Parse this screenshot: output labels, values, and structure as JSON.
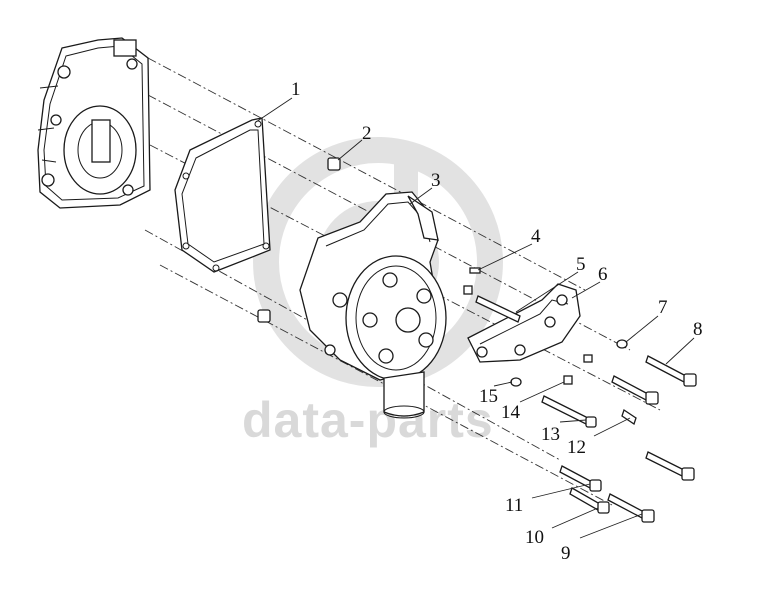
{
  "watermark": {
    "text": "data-parts",
    "color": "#d9d9d9"
  },
  "callouts": [
    "1",
    "2",
    "3",
    "4",
    "5",
    "6",
    "7",
    "8",
    "9",
    "10",
    "11",
    "12",
    "13",
    "14",
    "15"
  ]
}
